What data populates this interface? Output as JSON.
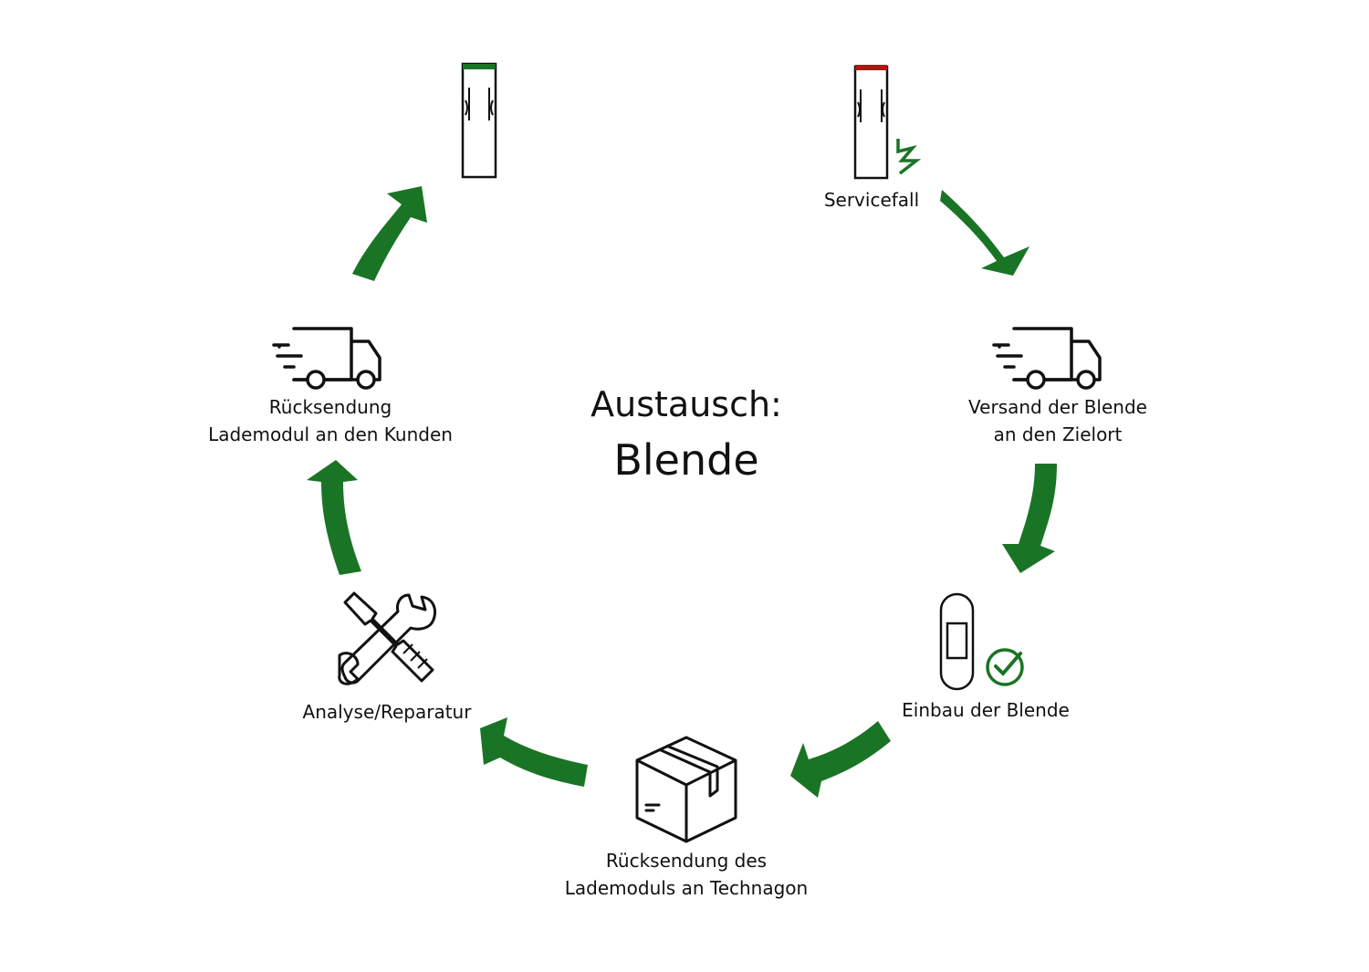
{
  "center": {
    "line1": "Austausch:",
    "line2": "Blende"
  },
  "colors": {
    "accent": "#1a7425",
    "ok_led": "#1a7425",
    "fault_led": "#b01515",
    "ink": "#111111"
  },
  "steps": [
    {
      "id": "ok-charger",
      "icon": "charger-ok-icon",
      "lines": []
    },
    {
      "id": "servicefall",
      "icon": "charger-fault-icon",
      "lines": [
        "Servicefall"
      ]
    },
    {
      "id": "versand",
      "icon": "delivery-truck-icon",
      "lines": [
        "Versand der Blende",
        "an den Zielort"
      ]
    },
    {
      "id": "einbau",
      "icon": "panel-check-icon",
      "lines": [
        "Einbau der Blende"
      ]
    },
    {
      "id": "ruecksendung-technagon",
      "icon": "box-icon",
      "lines": [
        "Rücksendung des",
        "Lademoduls an Technagon"
      ]
    },
    {
      "id": "analyse",
      "icon": "tools-icon",
      "lines": [
        "Analyse/Reparatur"
      ]
    },
    {
      "id": "ruecksendung-kunde",
      "icon": "delivery-truck-icon",
      "lines": [
        "Rücksendung",
        "Lademodul an den Kunden"
      ]
    }
  ]
}
